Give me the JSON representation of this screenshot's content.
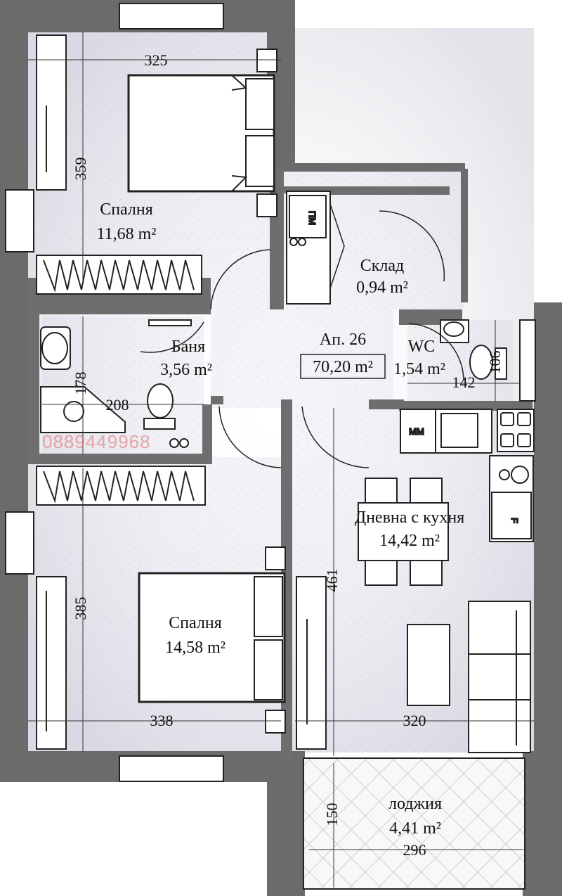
{
  "plan": {
    "apartment_label": "Ап. 26",
    "apartment_area": "70,20 m²",
    "watermark": "0889449968",
    "rooms": [
      {
        "id": "bedroom-top",
        "name": "Спалня",
        "area": "11,68 m²"
      },
      {
        "id": "storage",
        "name": "Склад",
        "area": "0,94 m²"
      },
      {
        "id": "bathroom",
        "name": "Баня",
        "area": "3,56 m²"
      },
      {
        "id": "wc",
        "name": "WC",
        "area": "1,54 m²"
      },
      {
        "id": "living",
        "name": "Дневна с кухня",
        "area": "14,42 m²"
      },
      {
        "id": "bedroom-bottom",
        "name": "Спалня",
        "area": "14,58 m²"
      },
      {
        "id": "loggia",
        "name": "лоджия",
        "area": "4,41 m²"
      }
    ],
    "dimensions": [
      "325",
      "359",
      "178",
      "208",
      "106",
      "142",
      "385",
      "338",
      "461",
      "320",
      "150",
      "296"
    ],
    "appliance_labels": {
      "washer": "ПМ",
      "dishwasher": "ММ",
      "fridge": "F"
    }
  }
}
